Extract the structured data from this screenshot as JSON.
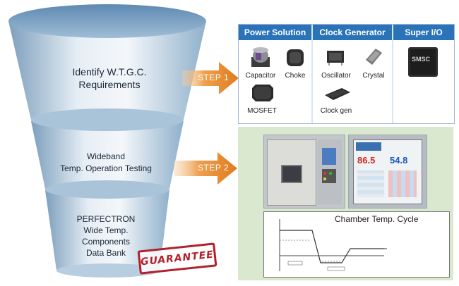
{
  "funnel": {
    "stage1": {
      "line1": "Identify W.T.G.C.",
      "line2": "Requirements"
    },
    "stage2": {
      "line1": "Wideband",
      "line2": "Temp. Operation Testing"
    },
    "stage3": {
      "line1": "PERFECTRON",
      "line2": "Wide Temp.",
      "line3": "Components",
      "line4": "Data Bank"
    },
    "stamp": "GUARANTEE"
  },
  "steps": {
    "step1": "STEP 1",
    "step2": "STEP 2"
  },
  "panel1": {
    "headers": [
      "Power Solution",
      "Clock Generator",
      "Super I/O"
    ],
    "components": {
      "capacitor": "Capacitor",
      "choke": "Choke",
      "mosfet": "MOSFET",
      "oscillator": "Oscillator",
      "crystal": "Crystal",
      "clockgen": "Clock gen"
    },
    "chip_brand": "SMSC"
  },
  "panel2": {
    "display_left": "86.5",
    "display_right": "54.8",
    "cycle_title": "Chamber Temp. Cycle"
  },
  "colors": {
    "header_blue": "#2a73b9",
    "arrow_orange": "#e88a2a",
    "panel2_green": "#d9e8cf",
    "stamp_red": "#b3202c",
    "funnel_blue": "#7fa6c6"
  }
}
